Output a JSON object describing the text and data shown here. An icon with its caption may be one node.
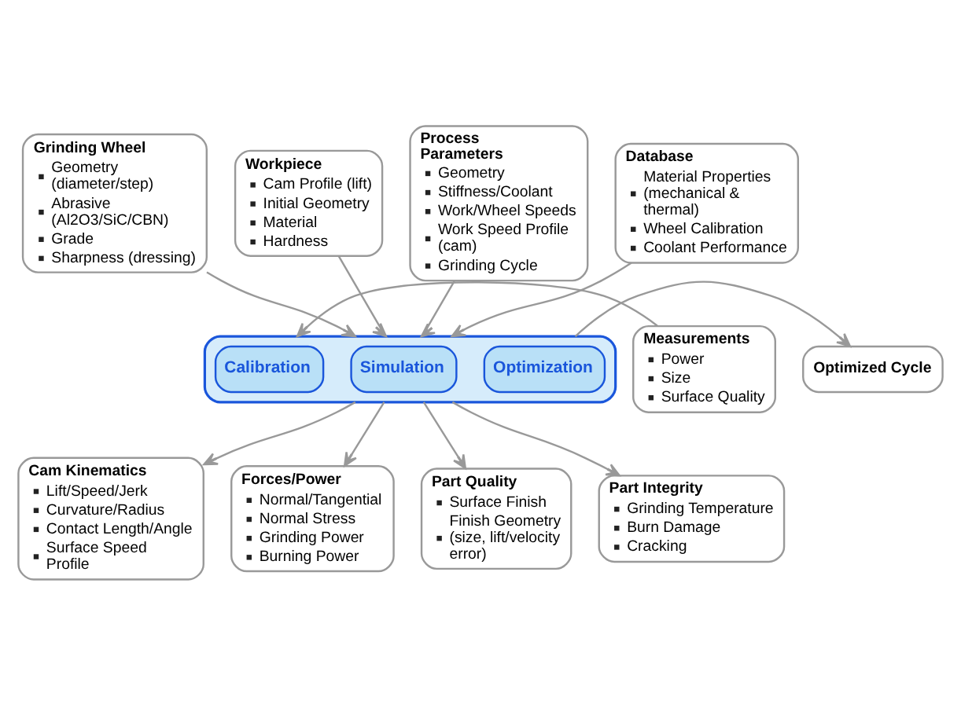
{
  "diagram": {
    "nodes": [
      {
        "text": [
          "Grinding Wheel",
          "Geometry (diameter/step)",
          "Abrasive (Al2O3/SiC/CBN)",
          "Grade",
          "Sharpness (dressing)"
        ]
      },
      {
        "text": [
          "Workpiece",
          "Cam Profile (lift)",
          "Initial Geometry",
          "Material",
          "Hardness"
        ]
      },
      {
        "text": [
          "Process Parameters",
          "Geometry",
          "Stiffness/Coolant",
          "Work/Wheel Speeds",
          "Work Speed Profile (cam)",
          "Grinding Cycle"
        ]
      },
      {
        "text": [
          "Database",
          "Material Properties (mechanical & thermal)",
          "Wheel Calibration",
          "Coolant Performance"
        ]
      },
      {
        "text": [
          "Measurements",
          "Power",
          "Size",
          "Surface Quality"
        ]
      },
      {
        "text": [],
        "shape": "box"
      },
      {
        "text": [
          "Calibration"
        ],
        "in": 5
      },
      {
        "text": [
          "Simulation"
        ],
        "in": 5
      },
      {
        "text": [
          "Optimization"
        ],
        "in": 5
      },
      {
        "text": [
          "Optimized Cycle"
        ]
      },
      {
        "text": [
          "Cam Kinematics",
          "Lift/Speed/Jerk",
          "Curvature/Radius",
          "Contact Length/Angle",
          "Surface Speed Profile"
        ]
      },
      {
        "text": [
          "Forces/Power",
          "Normal/Tangential",
          "Normal Stress",
          "Grinding Power",
          "Burning Power"
        ]
      },
      {
        "text": [
          "Part Quality",
          "Surface Finish",
          "Finish Geometry (size, lift/velocity error)"
        ]
      },
      {
        "text": [
          "Part Integrity",
          "Grinding Temperature",
          "Burn Damage",
          "Cracking"
        ]
      }
    ],
    "edges": [
      {
        "from": 0,
        "to": 5,
        "arrow": "to"
      },
      {
        "from": 1,
        "to": 5,
        "arrow": "to"
      },
      {
        "from": 2,
        "to": 5,
        "arrow": "to"
      },
      {
        "from": 3,
        "to": 5,
        "arrow": "to"
      },
      {
        "from": 4,
        "to": 5,
        "arrow": "to"
      },
      {
        "from": 5,
        "to": 9,
        "arrow": "to"
      },
      {
        "from": 5,
        "to": 10,
        "arrow": "to"
      },
      {
        "from": 5,
        "to": 11,
        "arrow": "to"
      },
      {
        "from": 5,
        "to": 12,
        "arrow": "to"
      },
      {
        "from": 5,
        "to": 13,
        "arrow": "to"
      }
    ]
  }
}
